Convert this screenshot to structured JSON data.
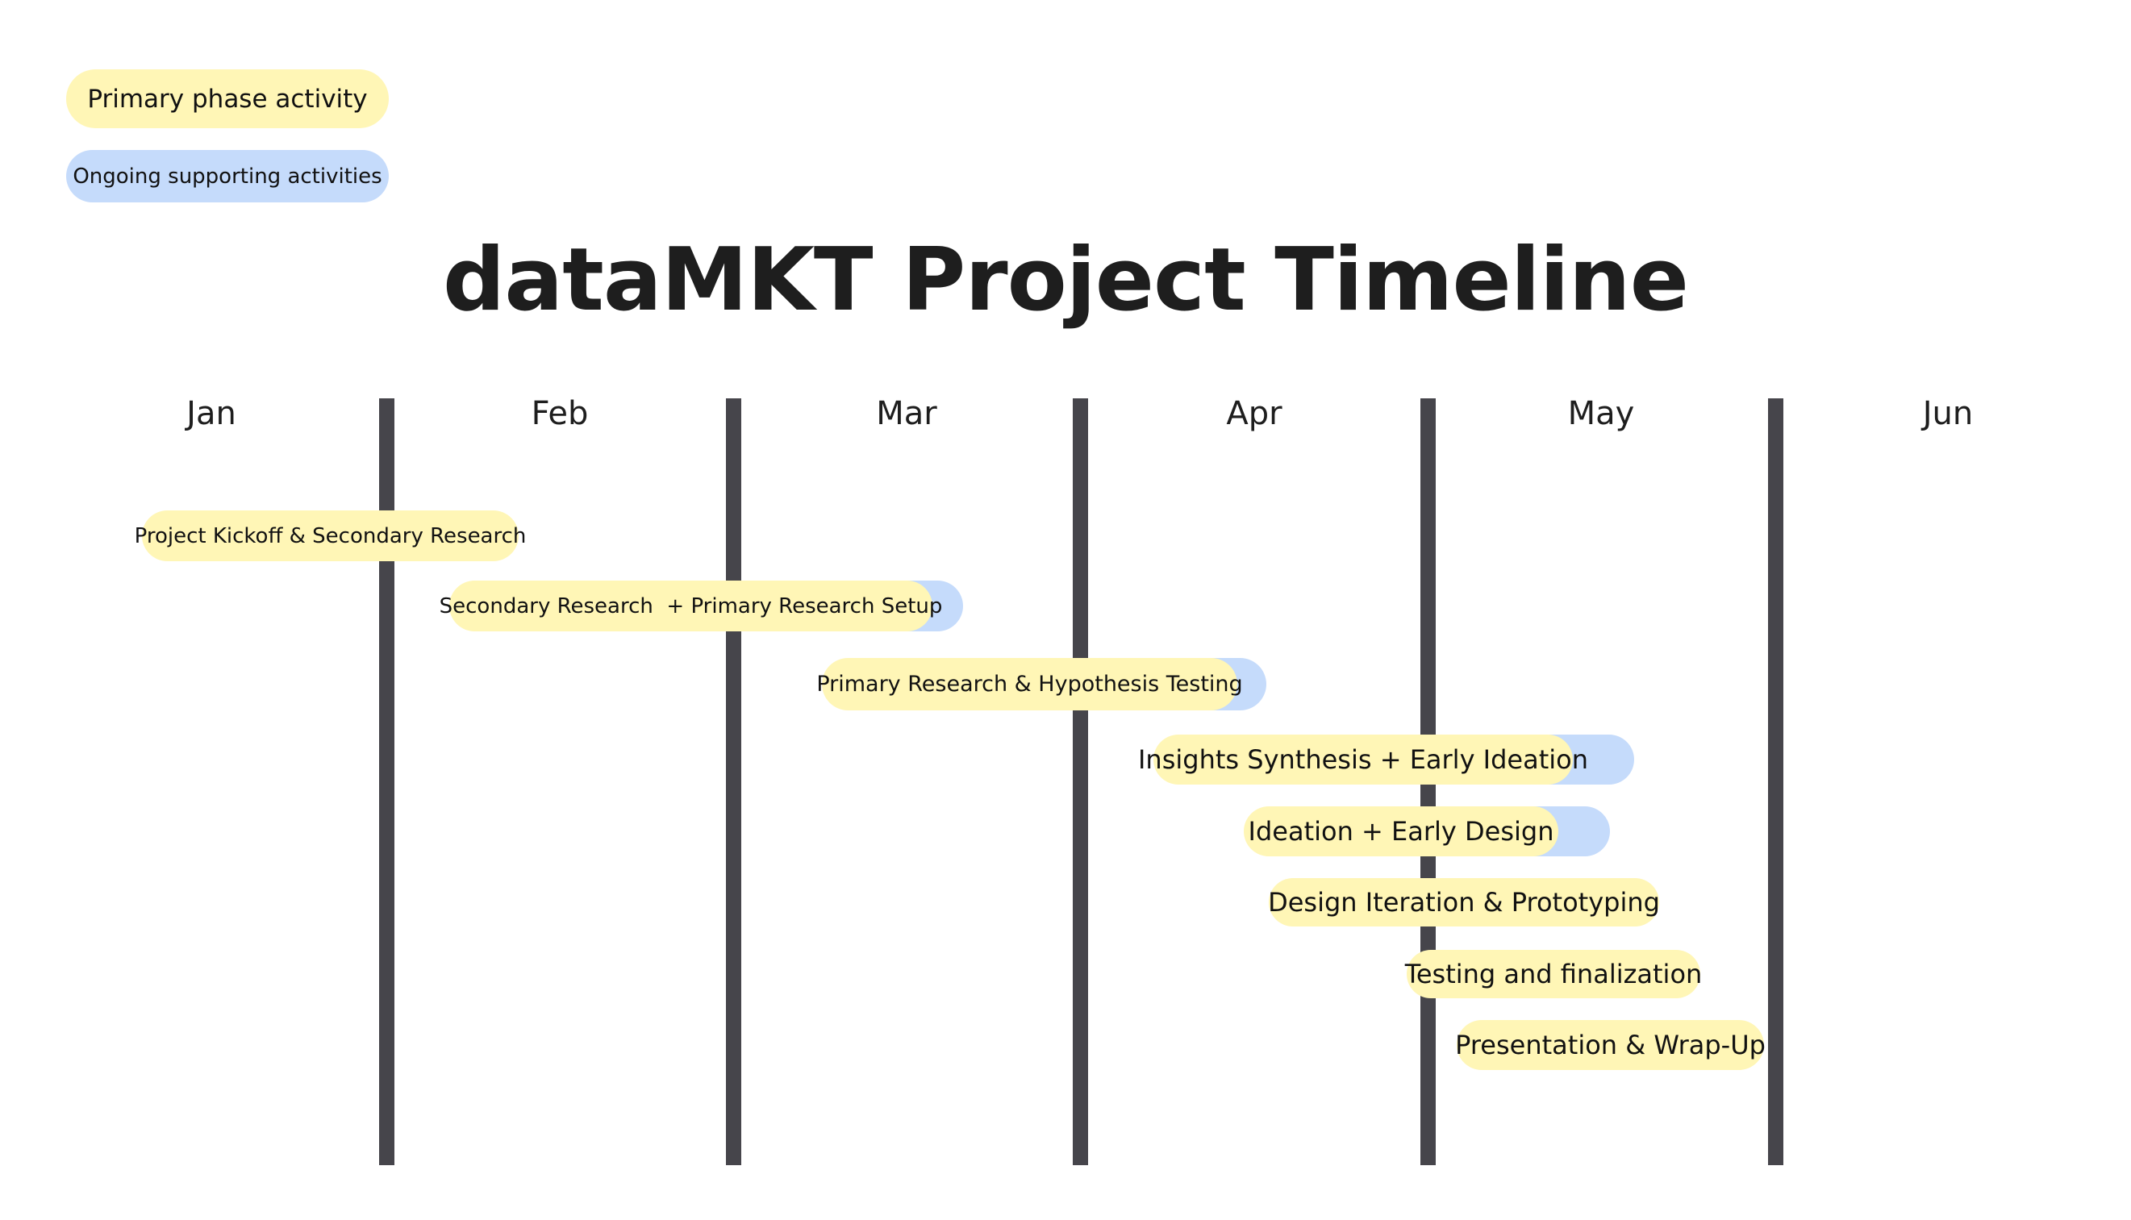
{
  "legend": {
    "primary": {
      "label": "Primary phase activity",
      "color": "#fff6b6"
    },
    "ongoing": {
      "label": "Ongoing supporting activities",
      "color": "#c5dbfb"
    }
  },
  "title": "dataMKT Project Timeline",
  "months": [
    "Jan",
    "Feb",
    "Mar",
    "Apr",
    "May",
    "Jun"
  ],
  "colors": {
    "separator": "#46454b",
    "text": "#1e1e1e"
  },
  "activities": [
    {
      "label": "Project Kickoff & Secondary Research",
      "has_ongoing": false
    },
    {
      "label": "Secondary Research  + Primary Research Setup",
      "has_ongoing": true
    },
    {
      "label": "Primary Research & Hypothesis Testing",
      "has_ongoing": true
    },
    {
      "label": "Insights Synthesis + Early Ideation",
      "has_ongoing": true
    },
    {
      "label": "Ideation + Early Design",
      "has_ongoing": true
    },
    {
      "label": "Design Iteration & Prototyping",
      "has_ongoing": false
    },
    {
      "label": "Testing and finalization",
      "has_ongoing": false
    },
    {
      "label": "Presentation & Wrap-Up",
      "has_ongoing": false
    }
  ]
}
